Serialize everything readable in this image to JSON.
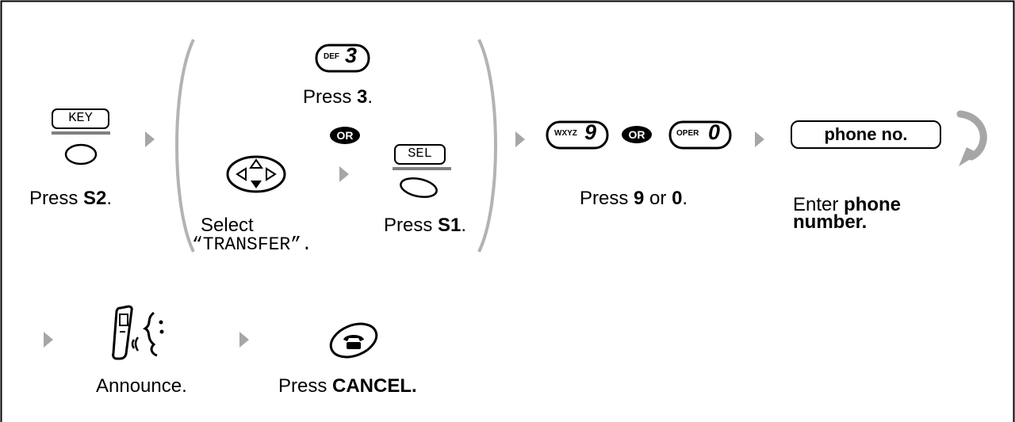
{
  "step1": {
    "soft_key": "KEY",
    "prefix": "Press ",
    "bold": "S2",
    "suffix": "."
  },
  "step2": {
    "key3": {
      "letters": "DEF",
      "digit": "3"
    },
    "press3": {
      "prefix": "Press ",
      "bold": "3",
      "suffix": "."
    },
    "or_badge": "OR",
    "select": {
      "line1": "Select",
      "line2": "“TRANSFER”."
    },
    "soft_key": "SEL",
    "press_s1": {
      "prefix": "Press ",
      "bold": "S1",
      "suffix": "."
    }
  },
  "step3": {
    "key9": {
      "letters": "WXYZ",
      "digit": "9"
    },
    "or_badge": "OR",
    "key0": {
      "letters": "OPER",
      "digit": "0"
    },
    "caption": {
      "prefix": "Press ",
      "bold9": "9",
      "middle": " or ",
      "bold0": "0",
      "suffix": "."
    }
  },
  "step4": {
    "field": "phone no.",
    "caption": {
      "prefix": "Enter ",
      "bold1": "phone",
      "bold2": "number."
    }
  },
  "step5": {
    "caption": "Announce."
  },
  "step6": {
    "prefix": "Press ",
    "bold": "CANCEL."
  },
  "colors": {
    "arrow": "#a6a6a6",
    "bracket": "#b3b3b3",
    "ink": "#000000",
    "softkey_bar": "#808080"
  }
}
